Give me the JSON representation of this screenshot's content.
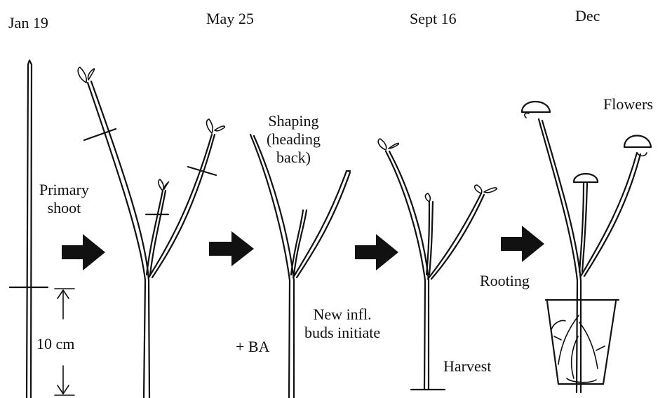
{
  "dates": {
    "jan": "Jan 19",
    "may": "May 25",
    "sept": "Sept 16",
    "dec": "Dec"
  },
  "labels": {
    "primary_shoot": "Primary\nshoot",
    "measure": "10 cm",
    "shaping": "Shaping\n(heading\nback)",
    "ba": "+ BA",
    "new_buds": "New infl.\nbuds initiate",
    "harvest": "Harvest",
    "rooting": "Rooting",
    "flowers": "Flowers"
  },
  "colors": {
    "ink": "#111111",
    "background": "#ffffff"
  }
}
